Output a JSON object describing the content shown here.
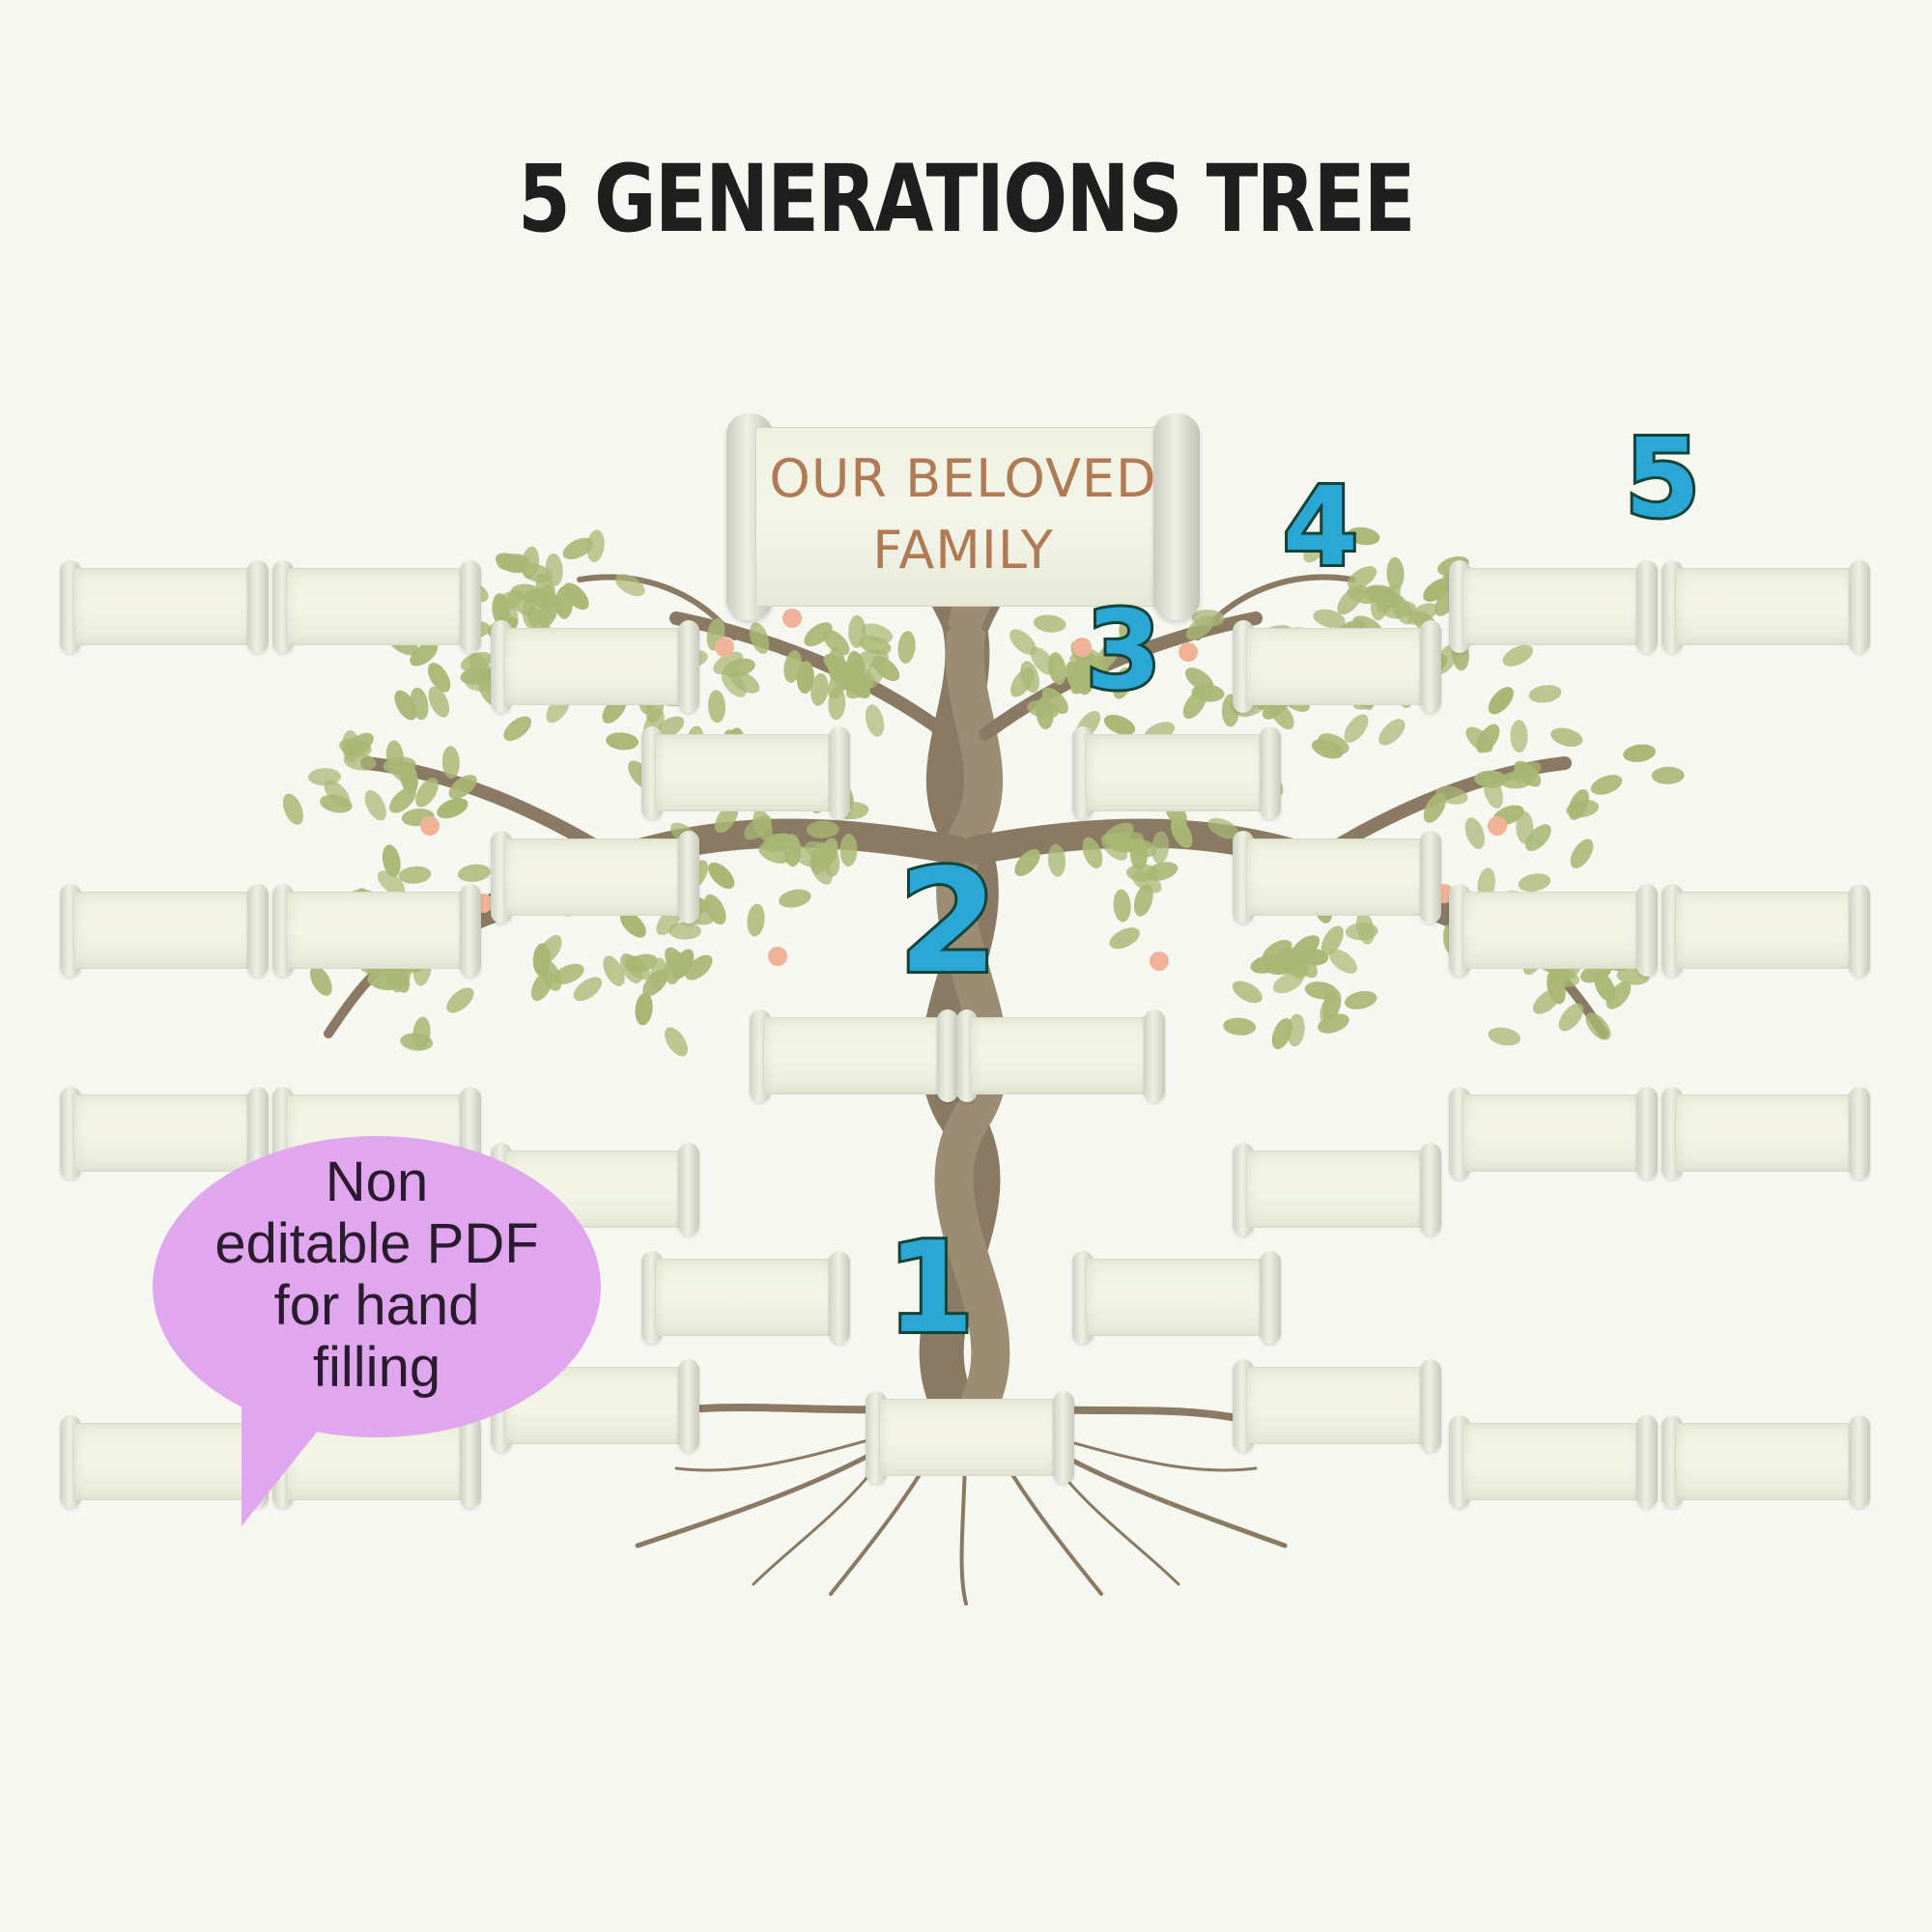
{
  "title": "5 GENERATIONS TREE",
  "banner": {
    "line1": "OUR BELOVED",
    "line2": "FAMILY"
  },
  "generation_labels": [
    "1",
    "2",
    "3",
    "4",
    "5"
  ],
  "note": {
    "lines": [
      "Non",
      "editable PDF",
      "for hand",
      "filling"
    ]
  },
  "colors": {
    "background": "#f7f7f2",
    "title": "#1f1f1f",
    "banner_text": "#b07a55",
    "number_fill": "#2ba7d6",
    "number_outline": "#134437",
    "bubble": "#e0a6ee",
    "trunk": "#8a7a64",
    "leaf": "#a9b774",
    "fruit": "#f0b398"
  }
}
